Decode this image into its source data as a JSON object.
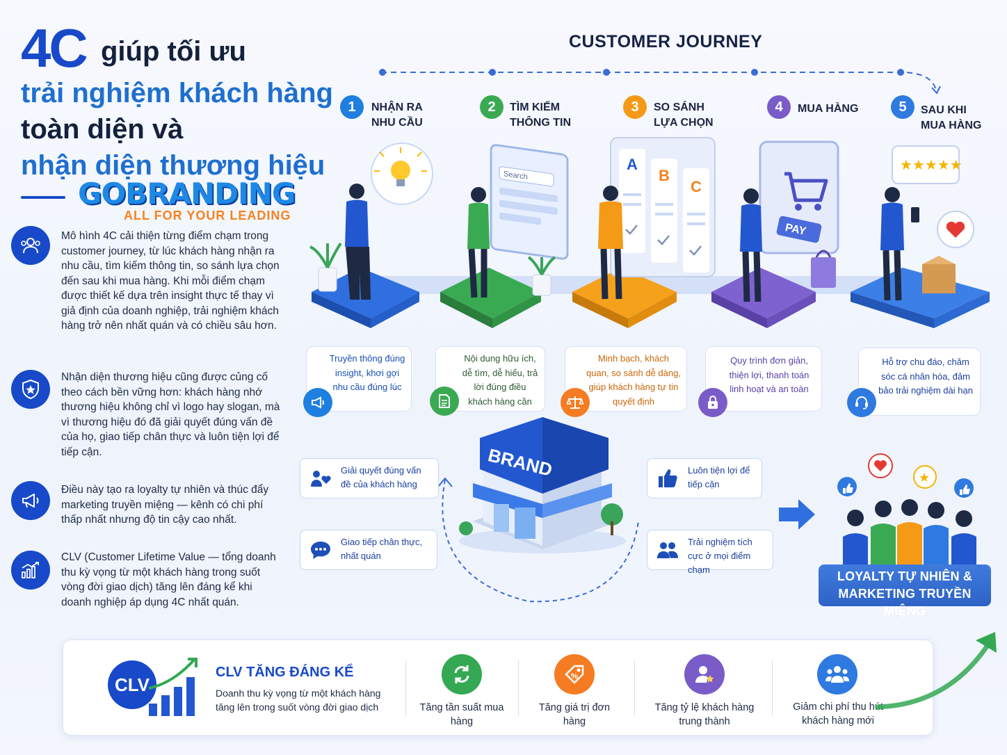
{
  "header": {
    "title_big": "4C",
    "title_line1": "giúp tối ưu",
    "title_line2": "trải nghiệm khách hàng",
    "title_line3": "toàn diện và",
    "title_line4": "nhận diện thương hiệu",
    "logo_text": "GOBRANDING",
    "logo_tagline": "ALL FOR YOUR LEADING"
  },
  "left_points": [
    {
      "icon": "people-icon",
      "text": "Mô hình 4C cải thiện từng điểm chạm trong customer journey, từ lúc khách hàng nhận ra nhu cầu, tìm kiếm thông tin, so sánh lựa chọn đến sau khi mua hàng. Khi mỗi điểm chạm được thiết kế dựa trên insight thực tế thay vì giả định của doanh nghiệp, trải nghiệm khách hàng trở nên nhất quán và có chiều sâu hơn."
    },
    {
      "icon": "shield-star-icon",
      "text": "Nhận diện thương hiệu cũng được củng cố theo cách bền vững hơn: khách hàng nhớ thương hiệu không chỉ vì logo hay slogan, mà vì thương hiệu đó đã giải quyết đúng vấn đề của họ, giao tiếp chân thực và luôn tiện lợi để tiếp cận."
    },
    {
      "icon": "megaphone-icon",
      "text": "Điều này tạo ra loyalty tự nhiên và thúc đẩy marketing truyền miệng — kênh có chi phí thấp nhất nhưng độ tin cậy cao nhất."
    },
    {
      "icon": "bar-chart-icon",
      "text": "CLV (Customer Lifetime Value — tổng doanh thu kỳ vọng từ một khách hàng trong suốt vòng đời giao dịch) tăng lên đáng kể khi doanh nghiệp áp dụng 4C nhất quán."
    }
  ],
  "journey": {
    "title": "CUSTOMER JOURNEY",
    "steps": [
      {
        "num": "1",
        "label": "NHẬN RA NHU CẦU",
        "color": "#1e7fe0",
        "desc": "Truyền thông đúng insight, khơi gợi nhu cầu đúng lúc",
        "desc_color": "#1a4fb5",
        "icon": "megaphone-icon"
      },
      {
        "num": "2",
        "label": "TÌM KIẾM THÔNG TIN",
        "color": "#3aaa52",
        "desc": "Nội dung hữu ích, dễ tìm, dễ hiểu, trả lời đúng điều khách hàng cần",
        "desc_color": "#2d5a33",
        "icon": "document-icon"
      },
      {
        "num": "3",
        "label": "SO SÁNH LỰA CHỌN",
        "color": "#f59a16",
        "desc": "Minh bạch, khách quan, so sánh dễ dàng, giúp khách hàng tự tin quyết định",
        "desc_color": "#c9670a",
        "icon": "scale-icon"
      },
      {
        "num": "4",
        "label": "MUA HÀNG",
        "color": "#7a5cc8",
        "desc": "Quy trình đơn giản, thiện lợi, thanh toán linh hoạt và an toàn",
        "desc_color": "#5a3fa8",
        "icon": "lock-icon"
      },
      {
        "num": "5",
        "label": "SAU KHI MUA HÀNG",
        "color": "#2f7ae0",
        "desc": "Hỗ trợ chu đáo, chăm sóc cá nhân hóa, đảm bảo trải nghiệm dài hạn",
        "desc_color": "#1a3f9c",
        "icon": "headset-icon"
      }
    ],
    "illustration_text": {
      "search": "Search",
      "pay": "PAY",
      "options": [
        "A",
        "B",
        "C"
      ],
      "brand": "BRAND"
    }
  },
  "brand_features": [
    {
      "text": "Giải quyết đúng vấn đề của khách hàng",
      "icon": "heart-person-icon"
    },
    {
      "text": "Giao tiếp chân thực, nhất quán",
      "icon": "chat-icon"
    },
    {
      "text": "Luôn tiện lợi để tiếp cận",
      "icon": "thumbs-up-icon"
    },
    {
      "text": "Trải nghiệm tích cực ở mọi điểm chạm",
      "icon": "users-icon"
    }
  ],
  "loyalty": {
    "text": "LOYALTY TỰ NHIÊN & MARKETING TRUYỀN MIỆNG"
  },
  "clv": {
    "badge": "CLV",
    "title": "CLV TĂNG ĐÁNG KỂ",
    "subtitle": "Doanh thu kỳ vọng từ một khách hàng tăng lên trong suốt vòng đời giao dịch"
  },
  "metrics": [
    {
      "label": "Tăng tần suất mua hàng",
      "color": "#34a853",
      "icon": "refresh-icon"
    },
    {
      "label": "Tăng giá trị đơn hàng",
      "color": "#f57c22",
      "icon": "price-tag-icon"
    },
    {
      "label": "Tăng tỷ lệ khách hàng trung thành",
      "color": "#7a5cc8",
      "icon": "user-star-icon"
    },
    {
      "label": "Giảm chi phí thu hút khách hàng mới",
      "color": "#2f7ae0",
      "icon": "group-icon"
    }
  ]
}
